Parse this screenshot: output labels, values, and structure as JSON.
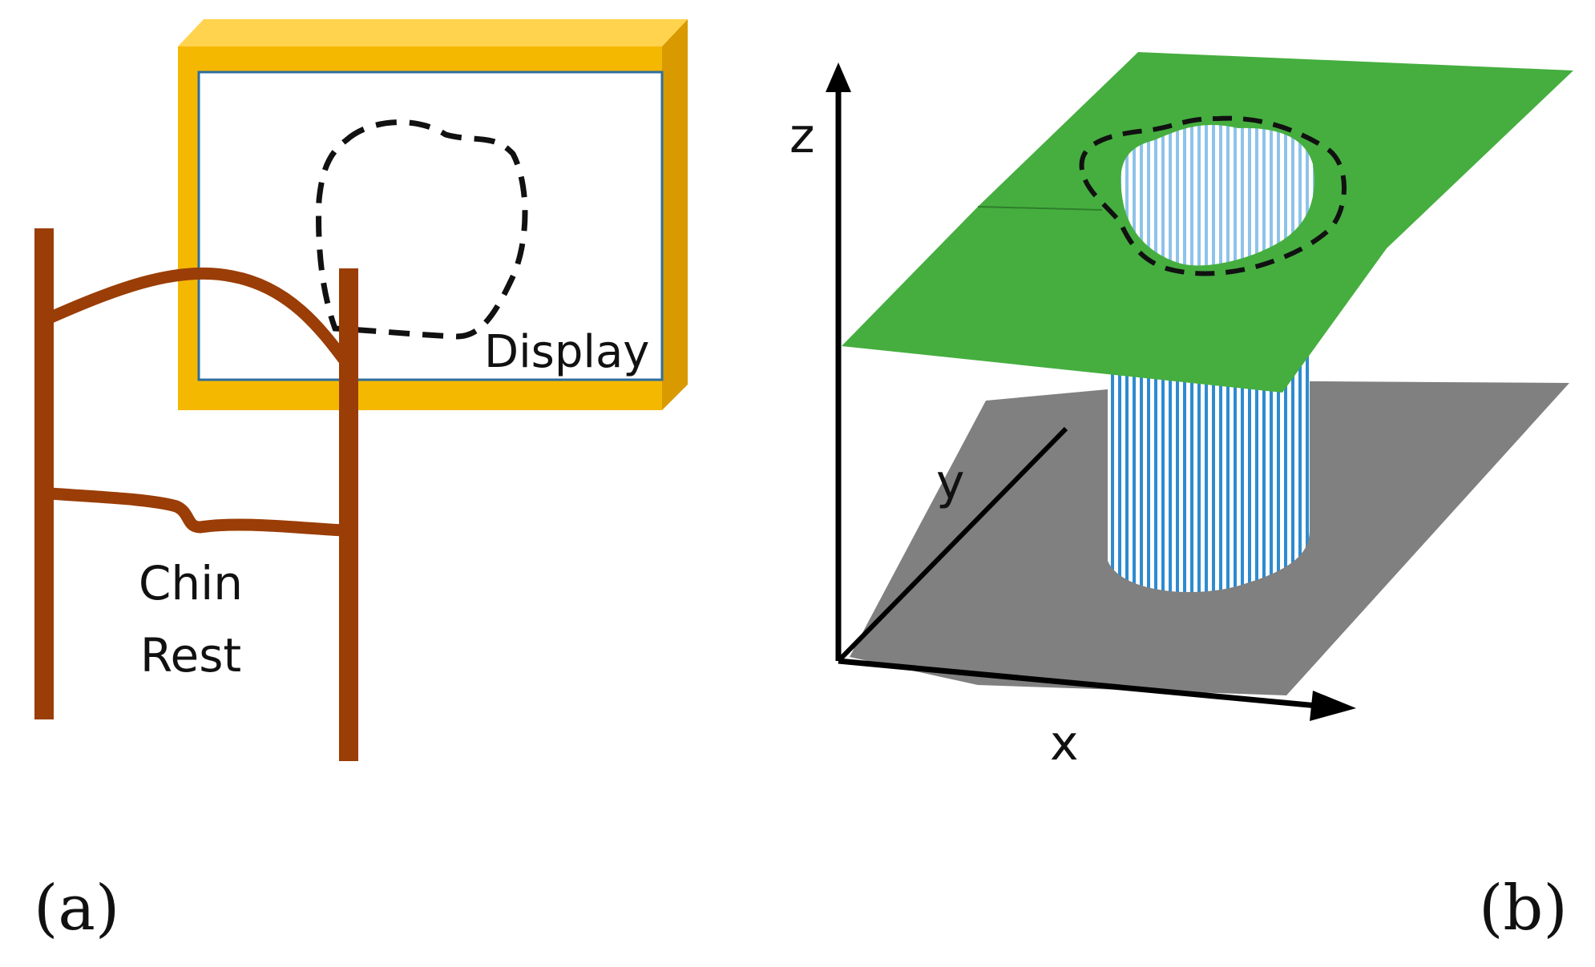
{
  "panel_a": {
    "display_label": "Display",
    "chin_label_line1": "Chin",
    "chin_label_line2": "Rest",
    "panel_label": "(a)"
  },
  "panel_b": {
    "axis_z": "z",
    "axis_y": "y",
    "axis_x": "x",
    "panel_label": "(b)"
  },
  "colors": {
    "monitor_frame": "#F5B800",
    "monitor_frame_dark": "#D99A00",
    "monitor_top": "#FFD34D",
    "screen_border": "#2E6E9E",
    "chin_rest": "#9A3D06",
    "green_plane": "#45AE3F",
    "gray_plane": "#808080",
    "stripe_blue": "#2E8BD0",
    "dashed_outline": "#111111"
  }
}
